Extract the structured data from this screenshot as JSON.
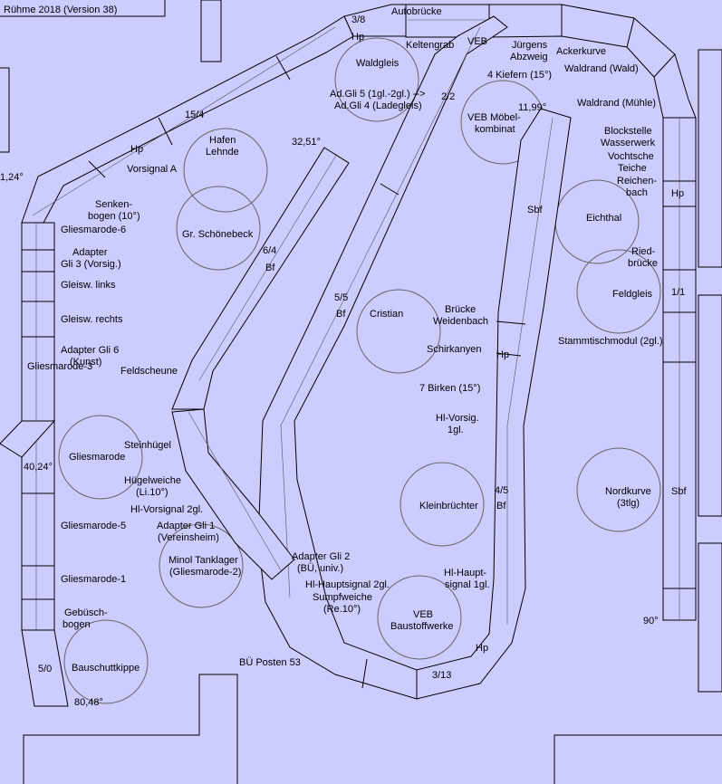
{
  "header": {
    "title": "Rühme 2018 (Version 38)"
  },
  "labels": {
    "autobruecke": "Autobrücke",
    "t38": "3/8",
    "hp_top": "Hp",
    "keltengrab": "Keltengrab",
    "veb_abzweig": "VEB",
    "juergens": "Jürgens",
    "abzweig": "Abzweig",
    "ackerkurve": "Ackerkurve",
    "waldrand_wald": "Waldrand (Wald)",
    "waldgleis": "Waldgleis",
    "adgli5": "Ad.Gli 5 (1gl.-2gl.) -->",
    "adgli4": "Ad.Gli 4 (Ladegleis)",
    "t22": "2/2",
    "vier_kiefern": "4 Kiefern (15°)",
    "waldrand_muehle": "Waldrand (Mühle)",
    "angle_1199": "11,99°",
    "veb_moebel1": "VEB Möbel-",
    "veb_moebel2": "kombinat",
    "blockstelle": "Blockstelle",
    "wasserwerk": "Wasserwerk",
    "vochtsche": "Vochtsche",
    "teiche": "Teiche",
    "reichenbach1": "Reichen-",
    "reichenbach2": "bach",
    "hp_right": "Hp",
    "t154": "15/4",
    "hp_left": "Hp",
    "vorsignal_a": "Vorsignal A",
    "hafen1": "Hafen",
    "hafen2": "Lehnde",
    "angle_3251": "32,51°",
    "angle_124": "1,24°",
    "senkenbogen1": "Senken-",
    "senkenbogen2": "bogen (10°)",
    "gliesmarode6": "Gliesmarode-6",
    "gr_schoenebeck": "Gr. Schönebeck",
    "adapter_gli3_1": "Adapter",
    "adapter_gli3_2": "Gli 3 (Vorsig.)",
    "gleisw_links": "Gleisw. links",
    "t64": "6/4",
    "bf_64": "Bf",
    "sbf_right": "Sbf",
    "eichthal": "Eichthal",
    "ried1": "Ried-",
    "ried2": "brücke",
    "feldgleis": "Feldgleis",
    "t11": "1/1",
    "gleisw_rechts": "Gleisw. rechts",
    "t55": "5/5",
    "bf_55": "Bf",
    "cristian": "Cristian",
    "bruecke1": "Brücke",
    "bruecke2": "Weidenbach",
    "stammtisch": "Stammtischmodul (2gl.)",
    "adapter_gli6_1": "Adapter Gli 6",
    "adapter_gli6_2": "(Kunst)",
    "gliesmarode3": "Gliesmarode-3",
    "schirkanyen": "Schirkanyen",
    "hp_mid": "Hp",
    "feldscheune": "Feldscheune",
    "sieben_birken": "7 Birken (15°)",
    "hl_vorsig1": "Hl-Vorsig.",
    "hl_vorsig2": "1gl.",
    "angle_4024": "40,24°",
    "gliesmarode": "Gliesmarode",
    "steinhuegel": "Steinhügel",
    "huegelweiche1": "Hügelweiche",
    "huegelweiche2": "(Li.10°)",
    "t45": "4/5",
    "bf_45": "Bf",
    "kleinbruechter": "Kleinbrüchter",
    "nordkurve1": "Nordkurve",
    "nordkurve2": "(3tlg)",
    "sbf_far": "Sbf",
    "hl_vorsignal2gl": "Hl-Vorsignal 2gl.",
    "adapter_gli1_1": "Adapter Gli 1",
    "adapter_gli1_2": "(Vereinsheim)",
    "gliesmarode5": "Gliesmarode-5",
    "minol1": "Minol Tanklager",
    "minol2": "(Gliesmarode-2)",
    "adapter_gli2_1": "Adapter Gli 2",
    "adapter_gli2_2": "(BÜ, univ.)",
    "hl_haupt1": "Hl-Haupt-",
    "hl_haupt2": "signal 1gl.",
    "gliesmarode1": "Gliesmarode-1",
    "hl_hauptsignal2gl": "Hl-Hauptsignal 2gl.",
    "sumpfweiche1": "Sumpfweiche",
    "sumpfweiche2": "(Re.10°)",
    "veb_bau1": "VEB",
    "veb_bau2": "Baustoffwerke",
    "gebuesch1": "Gebüsch-",
    "gebuesch2": "bogen",
    "angle_90": "90°",
    "bauschutt": "Bauschuttkippe",
    "bu_posten": "BÜ Posten 53",
    "hp_bottom": "Hp",
    "t313": "3/13",
    "t50": "5/0",
    "angle_8048": "80,48°"
  }
}
